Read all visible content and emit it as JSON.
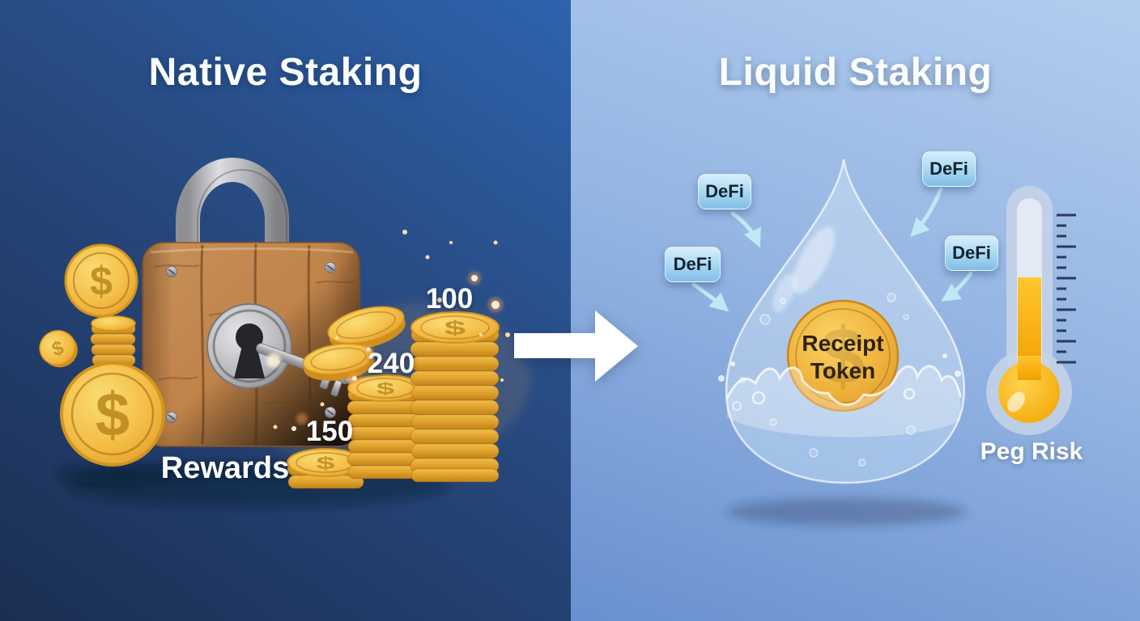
{
  "left_panel": {
    "title": "Native Staking",
    "rewards_label": "Rewards",
    "coin_symbol": "$",
    "stack_values": [
      "100",
      "240",
      "150"
    ]
  },
  "right_panel": {
    "title": "Liquid Staking",
    "defi_badges": [
      "DeFi",
      "DeFi",
      "DeFi",
      "DeFi"
    ],
    "receipt_token": {
      "line1": "Receipt",
      "line2": "Token"
    },
    "peg_risk_label": "Peg Risk"
  },
  "colors": {
    "left_bg_top": "#2e63ae",
    "left_bg_bottom": "#1b2e52",
    "right_bg_top": "#b2cdef",
    "right_bg_bottom": "#6890d0",
    "coin_gold": "#eeb33c",
    "wood_brown": "#b97c44",
    "metal_silver": "#b9babe",
    "thermometer_amber": "#f5a800",
    "defi_badge_blue": "#9fd2f0",
    "defi_text_dark": "#15222f",
    "text_white": "#ffffff"
  }
}
